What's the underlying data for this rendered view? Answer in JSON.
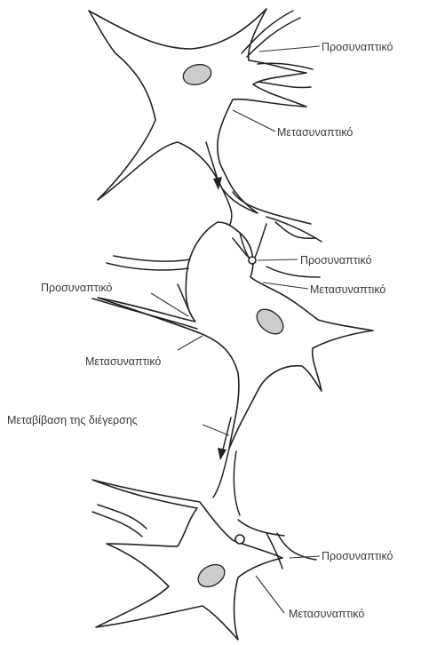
{
  "labels": {
    "pre_1": "Προσυναπτικό",
    "post_1": "Μετασυναπτικό",
    "pre_2a": "Προσυναπτικό",
    "post_2a": "Μετασυναπτικό",
    "pre_2b": "Προσυναπτικό",
    "post_2b": "Μετασυναπτικό",
    "transmission": "Μεταβίβαση της διέγερσης",
    "pre_3": "Προσυναπτικό",
    "post_3": "Μετασυναπτικό"
  },
  "colors": {
    "stroke": "#222222",
    "nucleus_fill": "#cccccc",
    "label": "#3a3a3a"
  }
}
